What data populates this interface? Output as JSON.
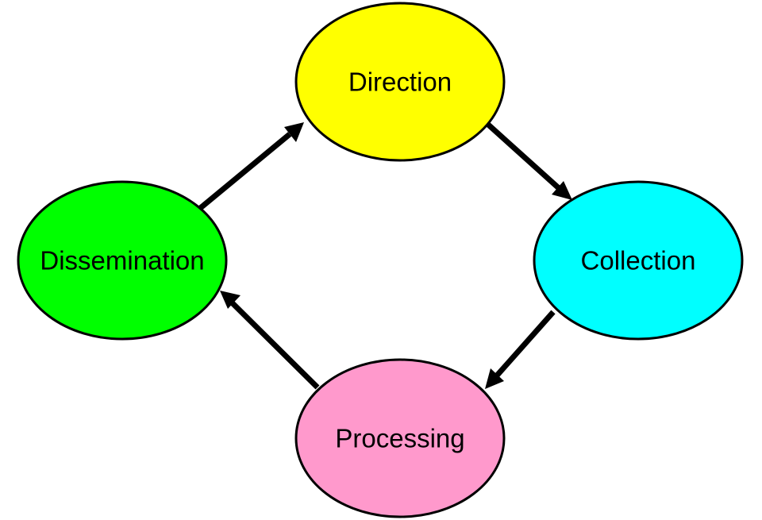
{
  "diagram": {
    "nodes": [
      {
        "id": "direction",
        "label": "Direction",
        "color": "#ffff00"
      },
      {
        "id": "collection",
        "label": "Collection",
        "color": "#00ffff"
      },
      {
        "id": "processing",
        "label": "Processing",
        "color": "#ff99cc"
      },
      {
        "id": "dissemination",
        "label": "Dissemination",
        "color": "#00ff00"
      }
    ],
    "edges": [
      {
        "from": "direction",
        "to": "collection"
      },
      {
        "from": "collection",
        "to": "processing"
      },
      {
        "from": "processing",
        "to": "dissemination"
      },
      {
        "from": "dissemination",
        "to": "direction"
      }
    ]
  }
}
